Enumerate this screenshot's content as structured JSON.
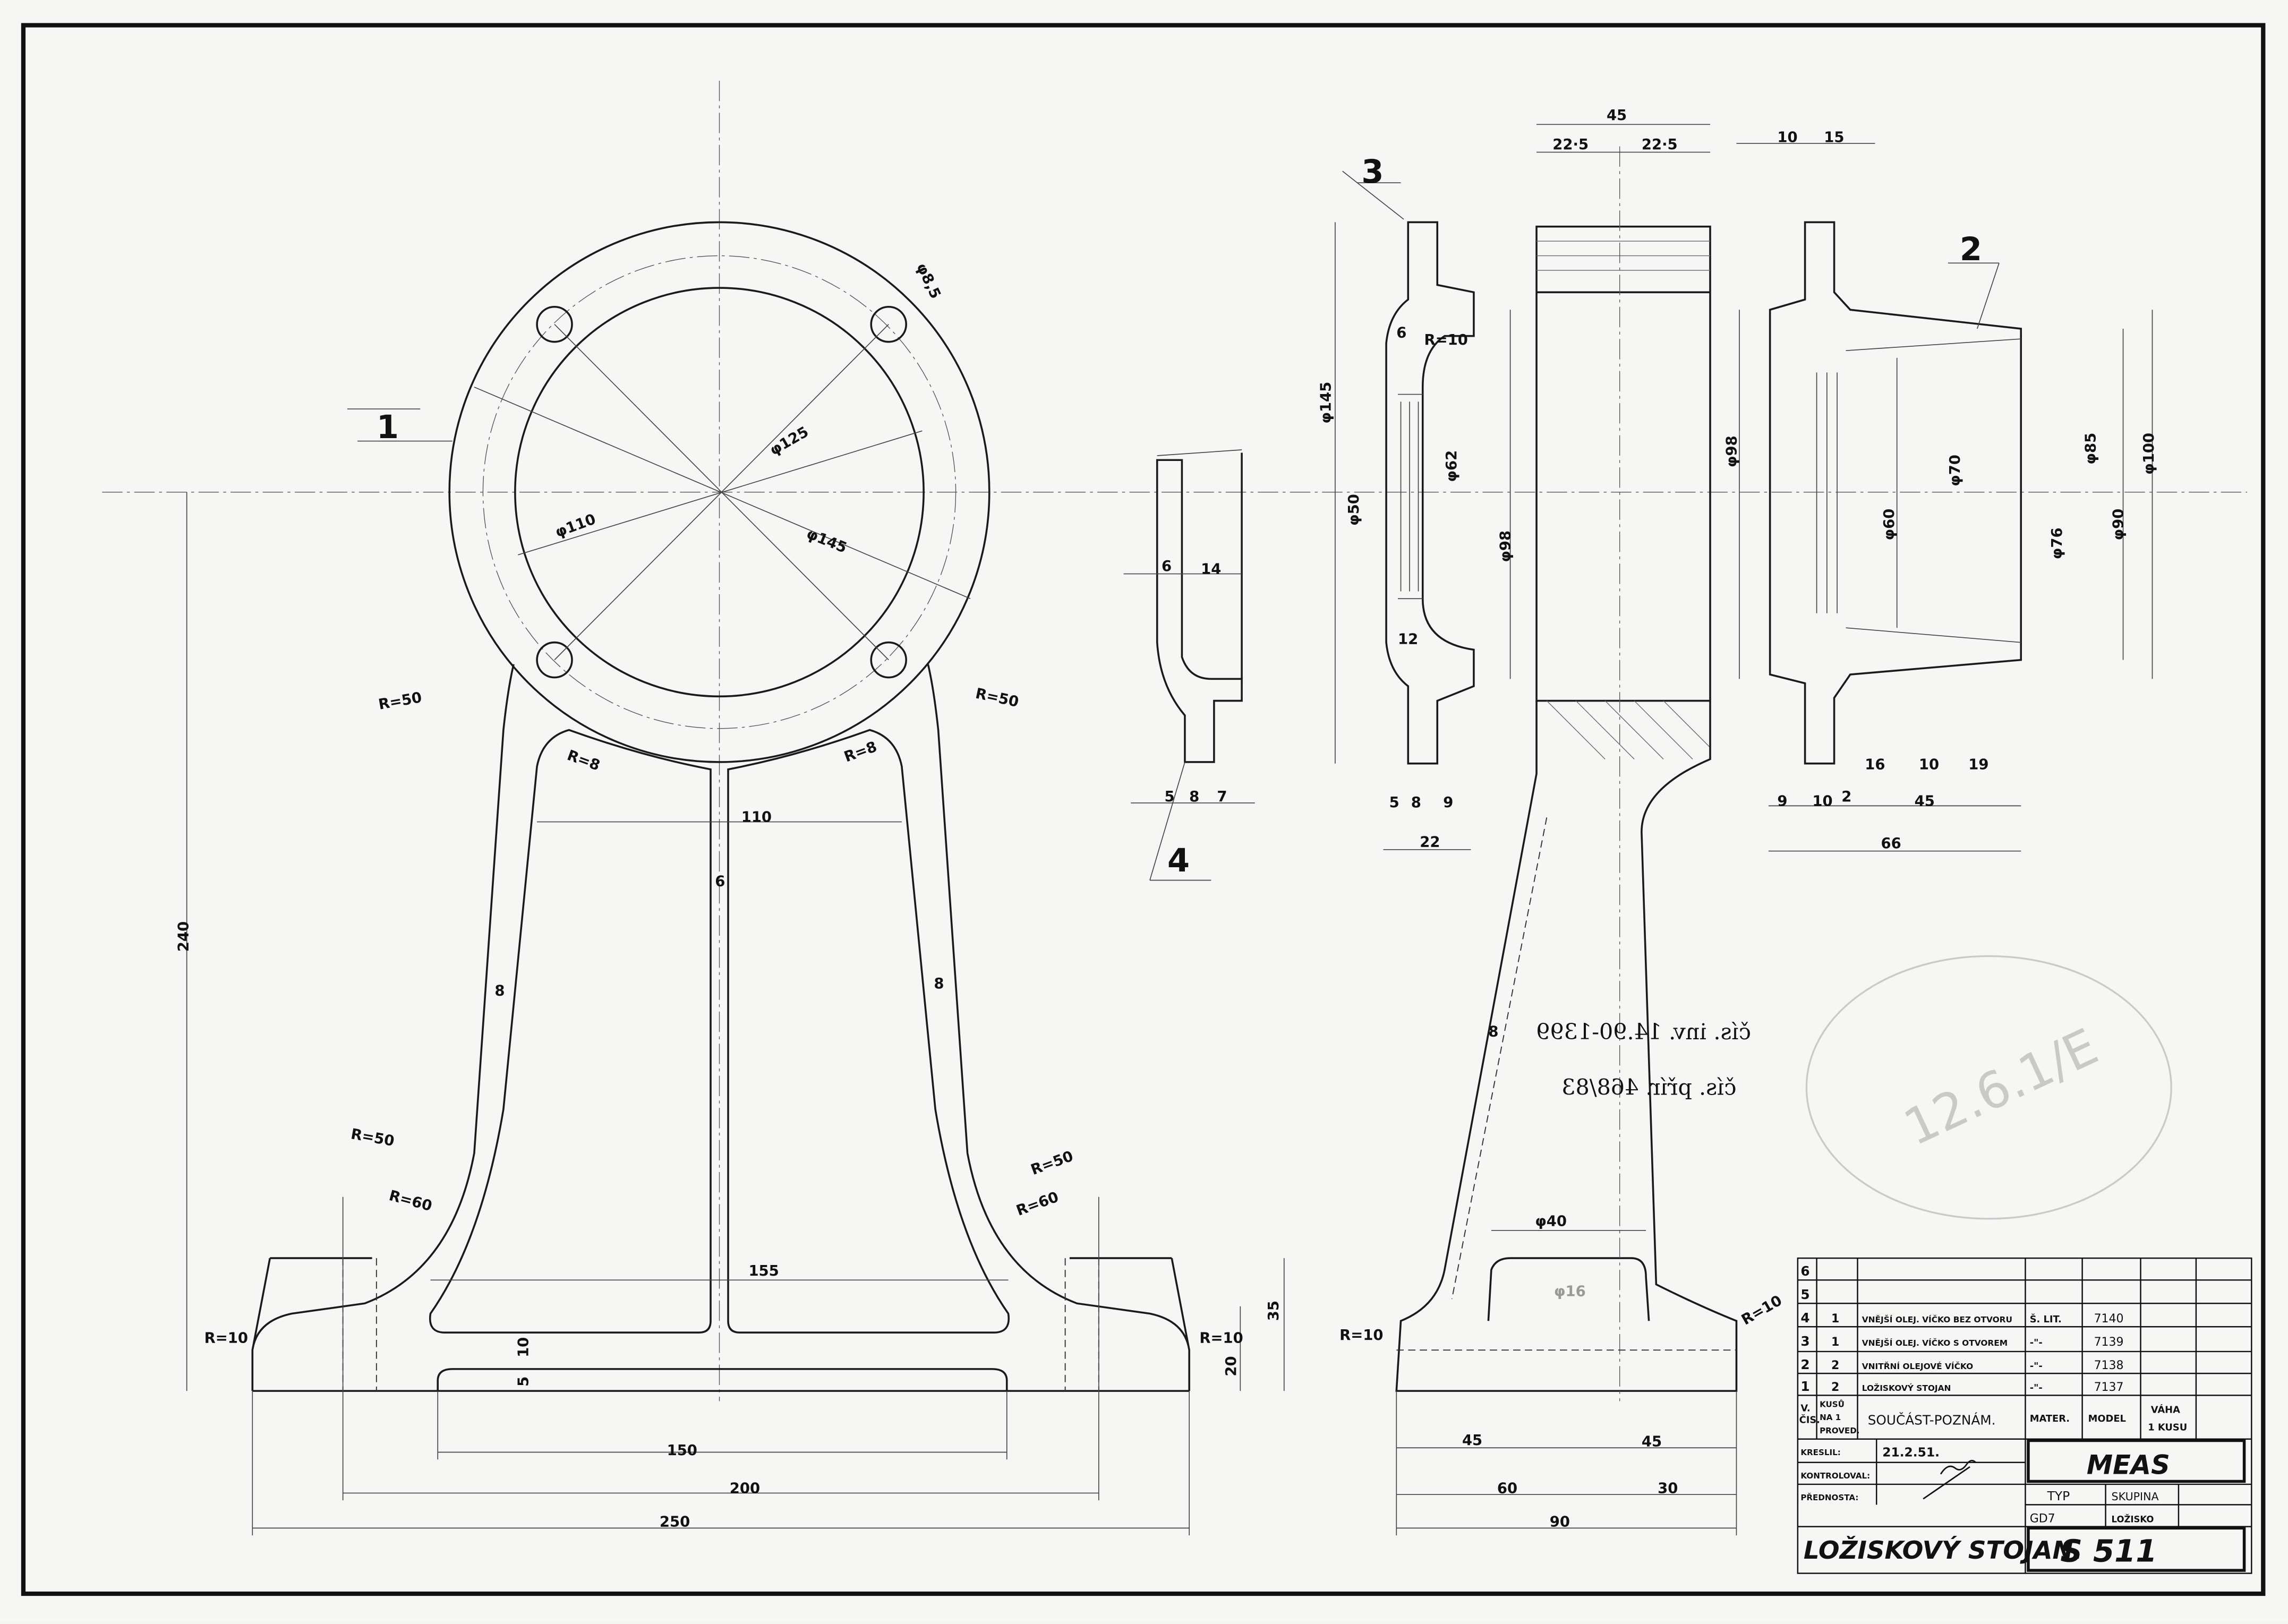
{
  "labels": {
    "front": [
      "1",
      "φ8,5",
      "φ125",
      "φ110",
      "φ145",
      "R=50",
      "R=50",
      "R=8",
      "R=8",
      "110",
      "6",
      "240",
      "8",
      "8",
      "R=50",
      "R=60",
      "R=50",
      "R=60",
      "155",
      "R=10",
      "R=10",
      "10",
      "5",
      "35",
      "20",
      "150",
      "200",
      "250"
    ],
    "part4": [
      "6",
      "14",
      "5",
      "8",
      "7",
      "4"
    ],
    "side": [
      "3",
      "45",
      "22·5",
      "22·5",
      "10",
      "15",
      "2",
      "φ145",
      "6",
      "R=10",
      "φ50",
      "φ62",
      "φ98",
      "12",
      "5",
      "8",
      "9",
      "22",
      "φ98",
      "φ70",
      "φ60",
      "φ85",
      "φ100",
      "φ76",
      "φ90",
      "16",
      "10",
      "19",
      "9",
      "10",
      "2",
      "45",
      "66",
      "8",
      "φ40",
      "φ16",
      "R=10",
      "R=10",
      "45",
      "45",
      "60",
      "30",
      "90"
    ]
  },
  "notes": {
    "inventory": "čís. inv. 14.90-1399",
    "accession": "čís. přír. 468/83"
  },
  "stamp": "12.6.1/E",
  "title_block": {
    "rows": [
      {
        "pos": "6",
        "qty": "",
        "name": "",
        "material": "",
        "model": ""
      },
      {
        "pos": "5",
        "qty": "",
        "name": "",
        "material": "",
        "model": ""
      },
      {
        "pos": "4",
        "qty": "1",
        "name": "VNĚJŠÍ OLEJ. VÍČKO BEZ OTVORU",
        "material": "Š. LIT.",
        "model": "7140"
      },
      {
        "pos": "3",
        "qty": "1",
        "name": "VNĚJŠÍ OLEJ. VÍČKO S OTVOREM",
        "material": "-\"-",
        "model": "7139"
      },
      {
        "pos": "2",
        "qty": "2",
        "name": "VNITŘNÍ OLEJOVÉ VÍČKO",
        "material": "-\"-",
        "model": "7138"
      },
      {
        "pos": "1",
        "qty": "2",
        "name": "LOŽISKOVÝ STOJAN",
        "material": "-\"-",
        "model": "7137"
      }
    ],
    "header": {
      "pos_a": "V.",
      "pos_b": "ČIS.",
      "qty_a": "KUSŮ",
      "qty_b": "NA 1",
      "qty_c": "PROVED.",
      "name": "SOUČÁST-POZNÁM.",
      "material": "MATER.",
      "model": "MODEL",
      "weight_a": "VÁHA",
      "weight_b": "1 KUSU"
    },
    "drawn_label": "KRESLIL:",
    "drawn_date": "21.2.51.",
    "checked_label": "KONTROLOVAL:",
    "head_label": "PŘEDNOSTA:",
    "company": "MEAS",
    "type_label": "TYP",
    "group_label": "SKUPINA",
    "type_value": "GD7",
    "group_value": "LOŽISKO",
    "drawing_title": "LOŽISKOVÝ STOJAN.",
    "drawing_number": "S 511"
  }
}
